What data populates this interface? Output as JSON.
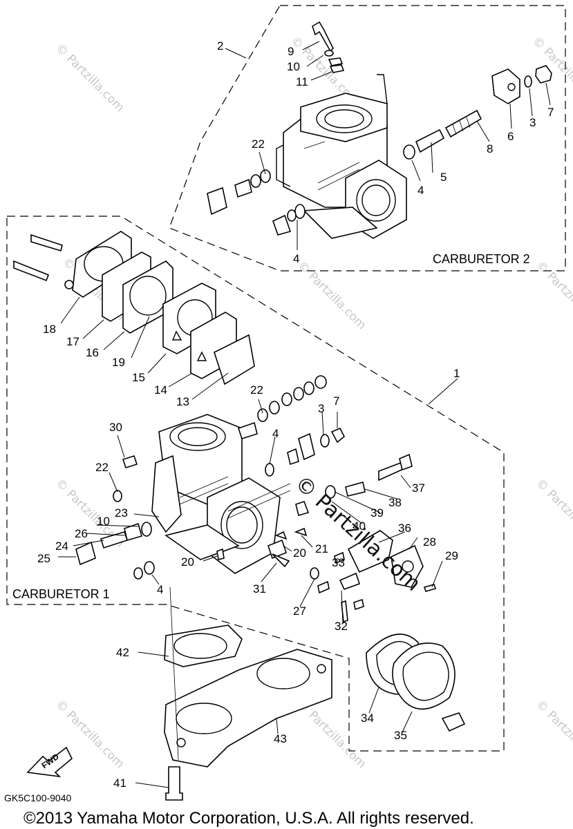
{
  "diagram": {
    "groups": [
      {
        "id": "carb2",
        "label": "CARBURETOR 2"
      },
      {
        "id": "carb1",
        "label": "CARBURETOR 1"
      }
    ],
    "callouts": [
      {
        "n": "1"
      },
      {
        "n": "2"
      },
      {
        "n": "3"
      },
      {
        "n": "3"
      },
      {
        "n": "4"
      },
      {
        "n": "4"
      },
      {
        "n": "4"
      },
      {
        "n": "4"
      },
      {
        "n": "5"
      },
      {
        "n": "6"
      },
      {
        "n": "7"
      },
      {
        "n": "7"
      },
      {
        "n": "8"
      },
      {
        "n": "9"
      },
      {
        "n": "10"
      },
      {
        "n": "10"
      },
      {
        "n": "11"
      },
      {
        "n": "13"
      },
      {
        "n": "14"
      },
      {
        "n": "15"
      },
      {
        "n": "16"
      },
      {
        "n": "17"
      },
      {
        "n": "18"
      },
      {
        "n": "19"
      },
      {
        "n": "20"
      },
      {
        "n": "20"
      },
      {
        "n": "21"
      },
      {
        "n": "22"
      },
      {
        "n": "22"
      },
      {
        "n": "22"
      },
      {
        "n": "23"
      },
      {
        "n": "24"
      },
      {
        "n": "25"
      },
      {
        "n": "26"
      },
      {
        "n": "27"
      },
      {
        "n": "28"
      },
      {
        "n": "29"
      },
      {
        "n": "30"
      },
      {
        "n": "31"
      },
      {
        "n": "32"
      },
      {
        "n": "33"
      },
      {
        "n": "34"
      },
      {
        "n": "35"
      },
      {
        "n": "36"
      },
      {
        "n": "37"
      },
      {
        "n": "38"
      },
      {
        "n": "39"
      },
      {
        "n": "40"
      },
      {
        "n": "41"
      },
      {
        "n": "42"
      },
      {
        "n": "43"
      }
    ],
    "fwd_label": "FWD",
    "diagram_code": "GK5C100-9040",
    "copyright": "©2013 Yamaha Motor Corporation, U.S.A. All rights reserved.",
    "watermark": "© Partzilla.com"
  }
}
